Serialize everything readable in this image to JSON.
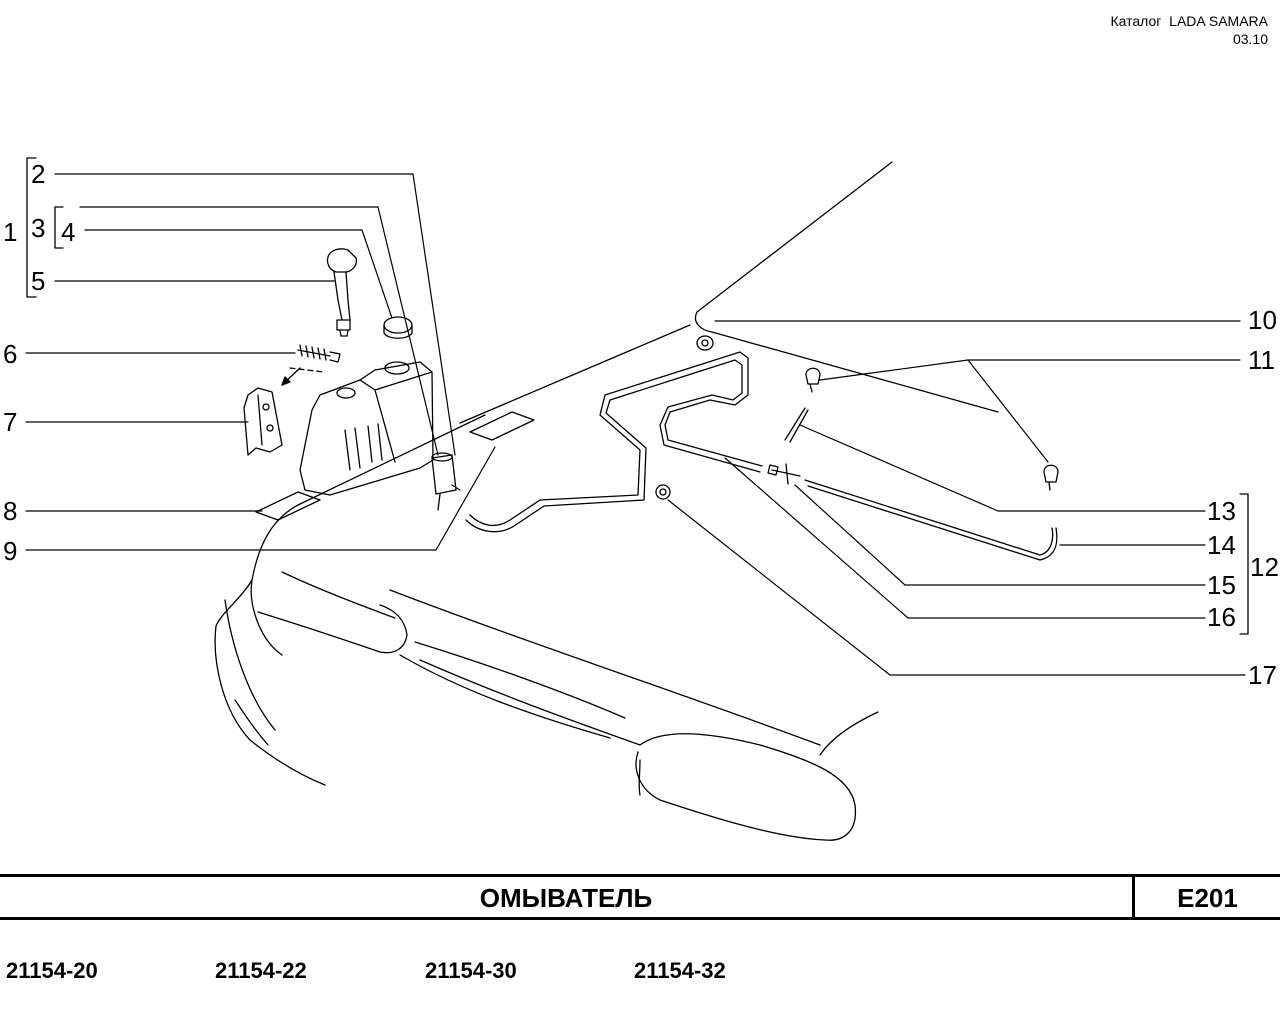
{
  "header": {
    "catalog": "Каталог  LADA SAMARA",
    "date": "03.10"
  },
  "callouts": [
    "1",
    "2",
    "3",
    "4",
    "5",
    "6",
    "7",
    "8",
    "9",
    "10",
    "11",
    "12",
    "13",
    "14",
    "15",
    "16",
    "17"
  ],
  "title": {
    "name": "ОМЫВАТЕЛЬ",
    "code": "E201"
  },
  "models": [
    "21154-20",
    "21154-22",
    "21154-30",
    "21154-32"
  ]
}
